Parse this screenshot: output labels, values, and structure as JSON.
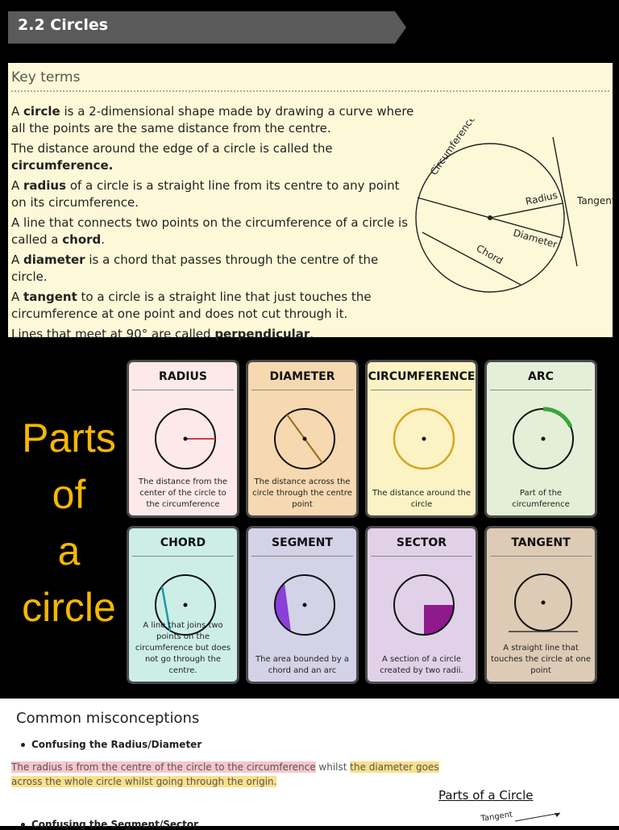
{
  "section1": {
    "title": "2.2 Circles",
    "key_terms_heading": "Key terms",
    "terms": [
      {
        "before": "A ",
        "bold": "circle",
        "after": " is a 2-dimensional shape made by drawing a curve where all the points are the same distance from the centre."
      },
      {
        "before": "The distance around the edge of a circle is called the ",
        "bold": "circumference.",
        "after": ""
      },
      {
        "before": "A ",
        "bold": "radius",
        "after": " of a circle is a straight line from its centre to any point on its circumference."
      },
      {
        "before": "A line that connects two points on the circumference of a circle is called a ",
        "bold": "chord",
        "after": "."
      },
      {
        "before": "A ",
        "bold": "diameter",
        "after": " is a chord that passes through the centre of the circle."
      },
      {
        "before": "A ",
        "bold": "tangent",
        "after": " to a circle is a straight line that just touches the circumference at one point and does not cut through it."
      },
      {
        "before": "Lines that meet at 90° are called ",
        "bold": "perpendicular",
        "after": "."
      }
    ],
    "diagram_labels": {
      "circumference": "Circumference",
      "radius": "Radius",
      "tangent": "Tangent",
      "diameter": "Diameter",
      "chord": "Chord"
    }
  },
  "section2": {
    "side_title": [
      "Parts",
      "of",
      "a",
      "circle"
    ],
    "cards": [
      {
        "title": "RADIUS",
        "desc": "The distance from the center of the circle to the circumference",
        "bg": "#fde9e9"
      },
      {
        "title": "DIAMETER",
        "desc": "The distance across the circle through the centre point",
        "bg": "#f6d9b0"
      },
      {
        "title": "CIRCUMFERENCE",
        "desc": "The distance around the circle",
        "bg": "#fbf3c4"
      },
      {
        "title": "ARC",
        "desc": "Part of the circumference",
        "bg": "#e4efd7"
      },
      {
        "title": "CHORD",
        "desc": "A line that joins two points on the circumference but does not go through the centre.",
        "bg": "#cdeee7"
      },
      {
        "title": "SEGMENT",
        "desc": "The area bounded by a chord and an arc",
        "bg": "#d4d2e6"
      },
      {
        "title": "SECTOR",
        "desc": "A section of a circle created by two radii.",
        "bg": "#e1d1e8"
      },
      {
        "title": "TANGENT",
        "desc": "A straight line that touches the circle at one point",
        "bg": "#decbb6"
      }
    ]
  },
  "section3": {
    "title": "Common misconceptions",
    "bullet1": "Confusing the Radius/Diameter",
    "text_part1": "The radius is from the centre of the circle to the circumference",
    "text_part2": " whilst ",
    "text_part3": "the diameter goes across the whole circle whilst going through the origin.",
    "parts_heading": "Parts of a Circle",
    "bullet2": "Confusing the Segment/Sector",
    "tangent_small": "Tangent"
  }
}
